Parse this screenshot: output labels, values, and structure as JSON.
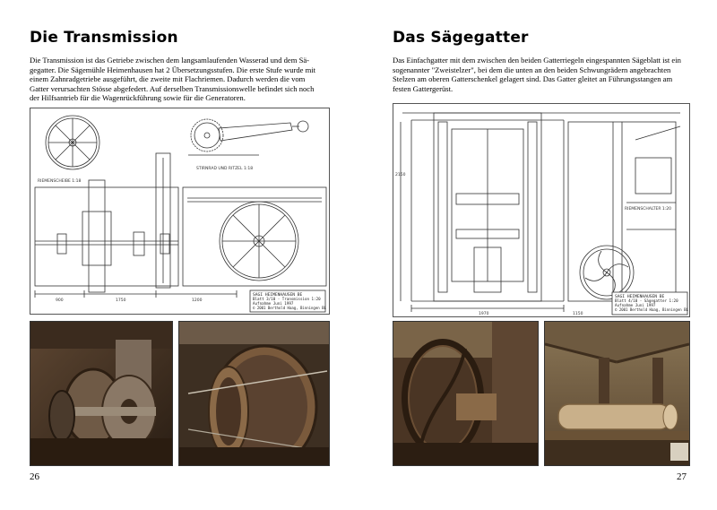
{
  "left_page": {
    "title": "Die Transmission",
    "lines": [
      "Die Transmission ist das Getriebe zwischen dem langsamlaufenden Wasserad und dem Sä-",
      "gegatter. Die Sägemühle Heimenhausen hat 2 Übersetzungsstufen. Die erste Stufe wurde mit",
      "einem Zahnradgetriebe ausgeführt, die zweite mit Flachriemen.  Dadurch werden die vom",
      "Gatter verursachten Stösse abgefedert. Auf derselben Transmissionswelle befindet sich noch",
      "der Hilfsantrieb  für die Wagenrückführung sowie für die Generatoren."
    ],
    "drawing": {
      "labels": {
        "riemenscheibe": "RIEMENSCHEIBE 1:18",
        "stirnrad": "STIRNRAD UND RITZEL 1:18",
        "dim_1": "900",
        "dim_2": "1750",
        "dim_3": "1200"
      },
      "title_block": [
        "SAGI HEIMENHAUSEN BE",
        "Blatt 3/10 - Transmission 1:20",
        "Aufnahme Juni 1997",
        "© 2001 Berthold Haag, Binningen BL"
      ]
    },
    "page_number": "26"
  },
  "right_page": {
    "title": "Das Sägegatter",
    "lines": [
      "Das Einfachgatter mit dem zwischen den beiden Gatterriegeln eingespannten Sägeblatt ist ein",
      "sogenannter \"Zweistelzer\", bei dem die unten an den beiden Schwungrädern angebrachten",
      "Stelzen am oberen Gatterschenkel gelagert sind. Das Gatter gleitet an Führungsstangen am",
      "festen Gattergerüst."
    ],
    "drawing": {
      "labels": {
        "riemenschalter": "RIEMENSCHALTER 1:20",
        "dim_1": "2150",
        "dim_2": "1970",
        "dim_3": "1150"
      },
      "title_block": [
        "SAGI HEIMENHAUSEN BE",
        "Blatt 4/10 - Sägegatter 1:20",
        "Aufnahme Juni 1997",
        "© 2001 Berthold Haag, Binningen BL"
      ]
    },
    "page_number": "27"
  }
}
